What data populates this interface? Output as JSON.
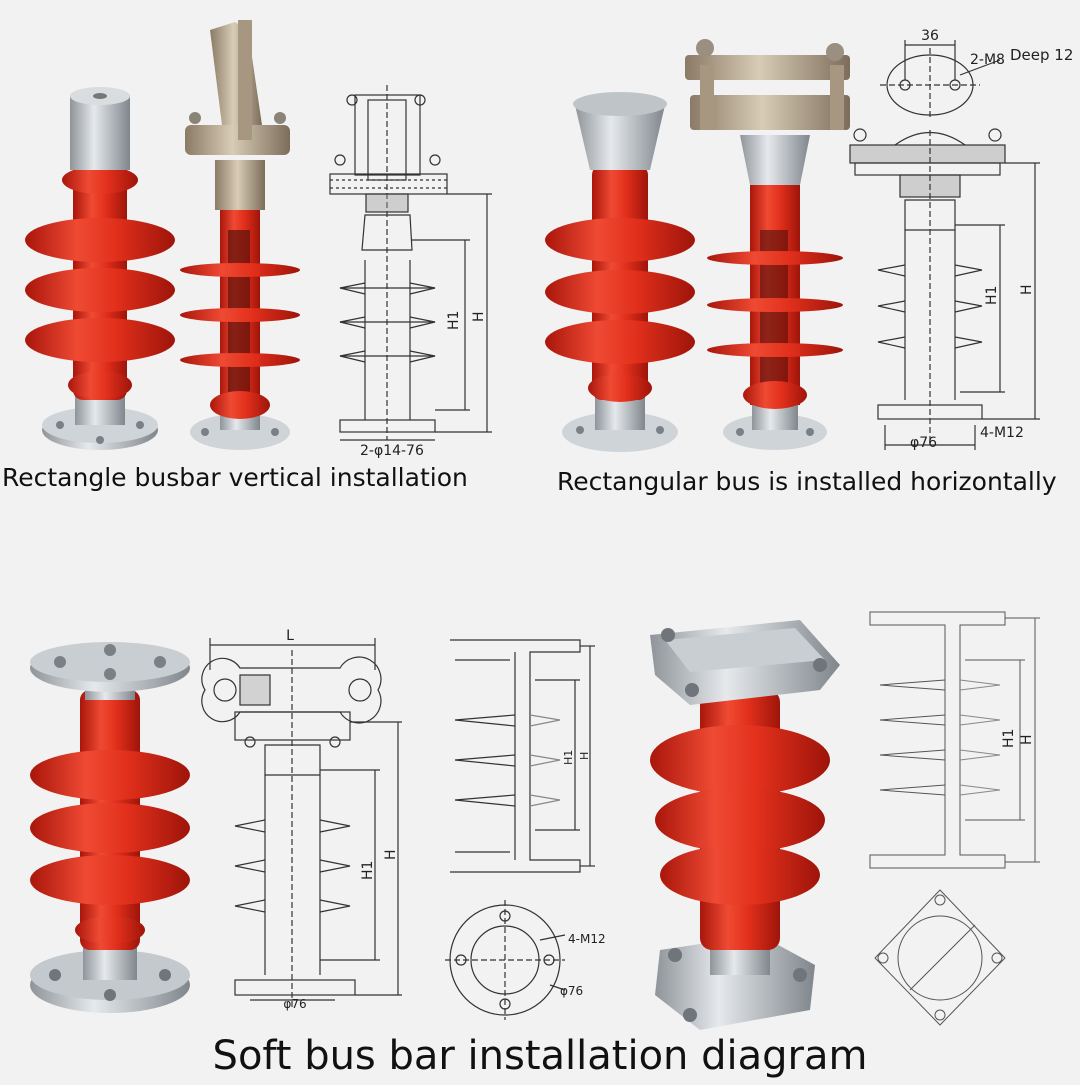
{
  "captions": {
    "vertical": "Rectangle busbar vertical installation",
    "horizontal": "Rectangular bus is installed horizontally",
    "soft": "Soft bus bar installation diagram"
  },
  "dims": {
    "d36": "36",
    "m8": "2-M8",
    "deep": "Deep 12",
    "h": "H",
    "h1": "H1",
    "phi14": "2-φ14-76",
    "phi76": "φ76",
    "m12": "4-M12",
    "l": "L"
  },
  "colors": {
    "rubber": "#e2301c",
    "rubber_dark": "#b7180e",
    "metal": "#c9ced3",
    "drawing": "#333333"
  }
}
